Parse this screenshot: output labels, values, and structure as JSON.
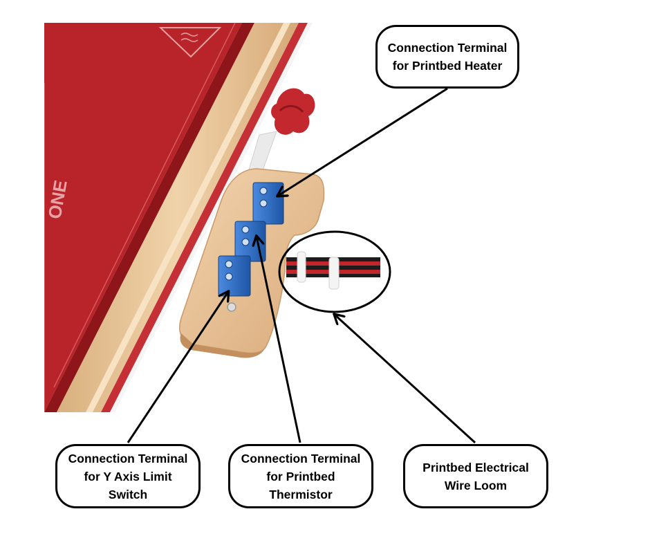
{
  "colors": {
    "bed_red": "#b8242a",
    "bed_red_dark": "#8e1519",
    "wood": "#e9c79c",
    "terminal_blue": "#2f6fc4",
    "outline": "#000000",
    "background": "#ffffff"
  },
  "callouts": {
    "heater": {
      "line1": "Connection Terminal",
      "line2": "for Printbed Heater"
    },
    "y_axis": {
      "line1": "Connection Terminal",
      "line2": "for Y Axis Limit",
      "line3": "Switch"
    },
    "thermistor": {
      "line1": "Connection Terminal",
      "line2": "for Printbed",
      "line3": "Thermistor"
    },
    "loom": {
      "line1": "Printbed Electrical",
      "line2": "Wire Loom"
    }
  },
  "bed_marking": "ONE"
}
